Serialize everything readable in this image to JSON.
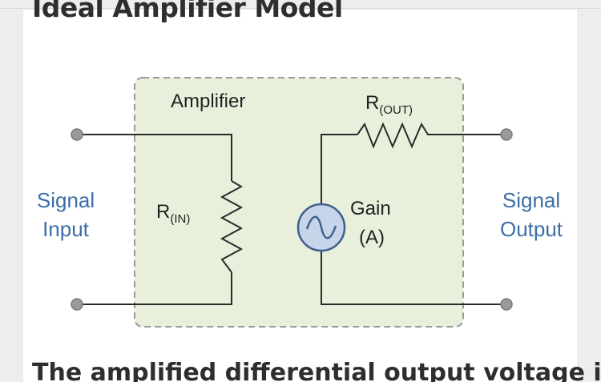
{
  "page": {
    "title": "Ideal Amplifier Model",
    "body_text_start": "The amplified differential output voltage is"
  },
  "diagram": {
    "amplifier_label": "Amplifier",
    "r_out": {
      "main": "R",
      "sub": "(OUT)"
    },
    "r_in": {
      "main": "R",
      "sub": "(IN)"
    },
    "gain": {
      "line1": "Gain",
      "line2": "(A)"
    },
    "signal_input": {
      "line1": "Signal",
      "line2": "Input"
    },
    "signal_output": {
      "line1": "Signal",
      "line2": "Output"
    },
    "source_icon": "ac-source-icon",
    "colors": {
      "box_fill": "#e8f0dc",
      "box_border": "#9a9a9a",
      "wire": "#2a2a2a",
      "terminal": "#9a9a9a",
      "label_blue": "#3d6ea8",
      "source_fill": "#c7d5ea",
      "source_stroke": "#3e5f8f"
    }
  }
}
